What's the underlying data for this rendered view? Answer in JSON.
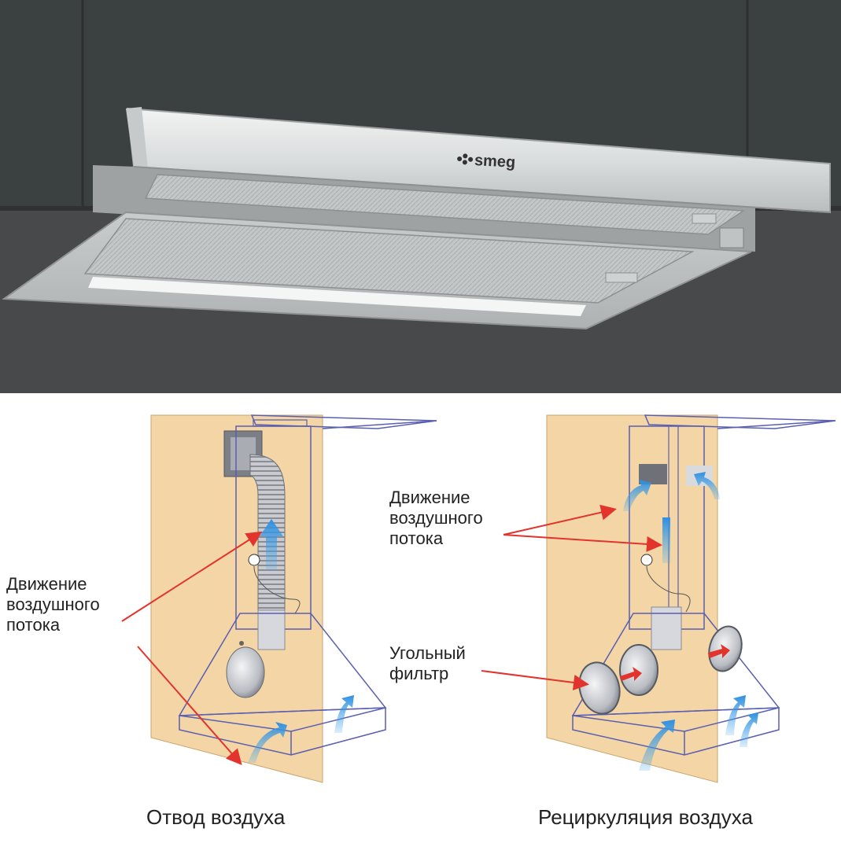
{
  "photo": {
    "brand_logo": "smeg",
    "colors": {
      "cabinet": "#3b4041",
      "wall": "#46494a",
      "steel": "#d9dcdd"
    }
  },
  "diagram_left": {
    "label_airflow": "Движение\nвоздушного\nпотока",
    "caption": "Отвод воздуха"
  },
  "diagram_right": {
    "label_airflow": "Движение\nвоздушного\nпотока",
    "label_filter": "Угольный\nфильтр",
    "caption": "Рециркуляция воздуха"
  },
  "colors": {
    "wall_panel": "#f3d5a6",
    "arrow_red": "#e2342c",
    "flow_blue": "#4aa9e9",
    "outline": "#5a5fb0"
  }
}
